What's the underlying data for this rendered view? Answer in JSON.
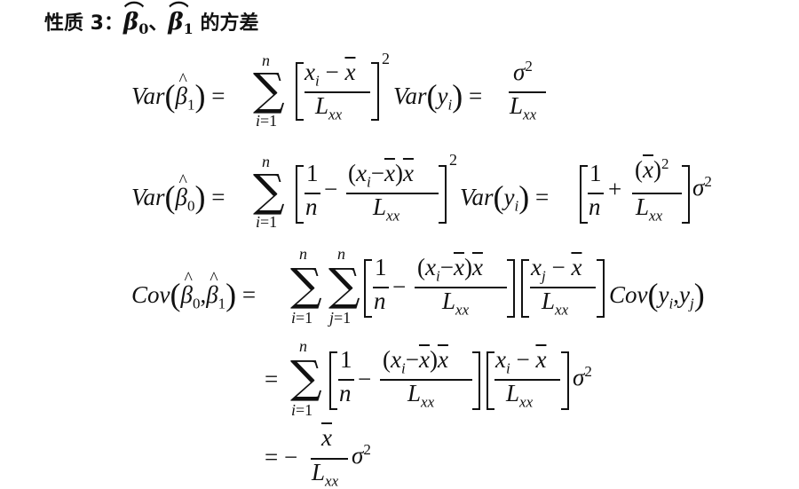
{
  "heading": {
    "prefix": "性质 3：",
    "symbol_0": "β",
    "sub_0": "0",
    "separator": "、",
    "symbol_1": "β",
    "sub_1": "1",
    "suffix": " 的方差"
  },
  "equations": [
    {
      "id": "var-beta1",
      "latex": "Var(\\hat{\\beta}_1) = \\sum_{i=1}^{n} \\left[\\frac{x_i - \\bar{x}}{L_{xx}}\\right]^2 Var(y_i) = \\frac{\\sigma^2}{L_{xx}}",
      "lhs": "Var(β̂₁)",
      "sum_upper": "n",
      "sum_lower": "i=1",
      "frac_num": "xᵢ − x̄",
      "frac_den": "Lxx",
      "exp": "2",
      "var_y": "Var(yᵢ)",
      "result_num": "σ²",
      "result_den": "Lxx"
    },
    {
      "id": "var-beta0",
      "latex": "Var(\\hat{\\beta}_0) = \\sum_{i=1}^{n} \\left[\\frac{1}{n} - \\frac{(x_i-\\bar{x})\\bar{x}}{L_{xx}}\\right]^2 Var(y_i) = \\left[\\frac{1}{n} + \\frac{(\\bar{x})^2}{L_{xx}}\\right]\\sigma^2",
      "lhs": "Var(β̂₀)",
      "sum_upper": "n",
      "sum_lower": "i=1",
      "frac1_num": "1",
      "frac1_den": "n",
      "frac2_num": "(xᵢ−x̄)x̄",
      "frac2_den": "Lxx",
      "exp": "2",
      "var_y": "Var(yᵢ)",
      "res_frac1_num": "1",
      "res_frac1_den": "n",
      "res_frac2_num": "(x̄)²",
      "res_frac2_den": "Lxx",
      "res_tail": "σ²"
    },
    {
      "id": "cov-beta0-beta1",
      "latex": "Cov(\\hat{\\beta}_0,\\hat{\\beta}_1) = \\sum_{i=1}^{n}\\sum_{j=1}^{n} \\left[\\frac{1}{n} - \\frac{(x_i-\\bar{x})\\bar{x}}{L_{xx}}\\right]\\left[\\frac{x_j-\\bar{x}}{L_{xx}}\\right] Cov(y_i,y_j)",
      "lhs": "Cov(β̂₀,β̂₁)",
      "sum1_upper": "n",
      "sum1_lower": "i=1",
      "sum2_upper": "n",
      "sum2_lower": "j=1",
      "frac1_num": "1",
      "frac1_den": "n",
      "frac2_num": "(xᵢ−x̄)x̄",
      "frac2_den": "Lxx",
      "frac3_num": "xⱼ − x̄",
      "frac3_den": "Lxx",
      "tail": "Cov(yᵢ,yⱼ)"
    },
    {
      "id": "cov-step2",
      "latex": "= \\sum_{i=1}^{n} \\left[\\frac{1}{n} - \\frac{(x_i-\\bar{x})\\bar{x}}{L_{xx}}\\right]\\left[\\frac{x_i-\\bar{x}}{L_{xx}}\\right]\\sigma^2",
      "sum_upper": "n",
      "sum_lower": "i=1",
      "frac1_num": "1",
      "frac1_den": "n",
      "frac2_num": "(xᵢ−x̄)x̄",
      "frac2_den": "Lxx",
      "frac3_num": "xᵢ − x̄",
      "frac3_den": "Lxx",
      "tail": "σ²"
    },
    {
      "id": "cov-result",
      "latex": "= -\\frac{\\bar{x}}{L_{xx}}\\sigma^2",
      "frac_num": "x̄",
      "frac_den": "Lxx",
      "tail": "σ²"
    }
  ]
}
